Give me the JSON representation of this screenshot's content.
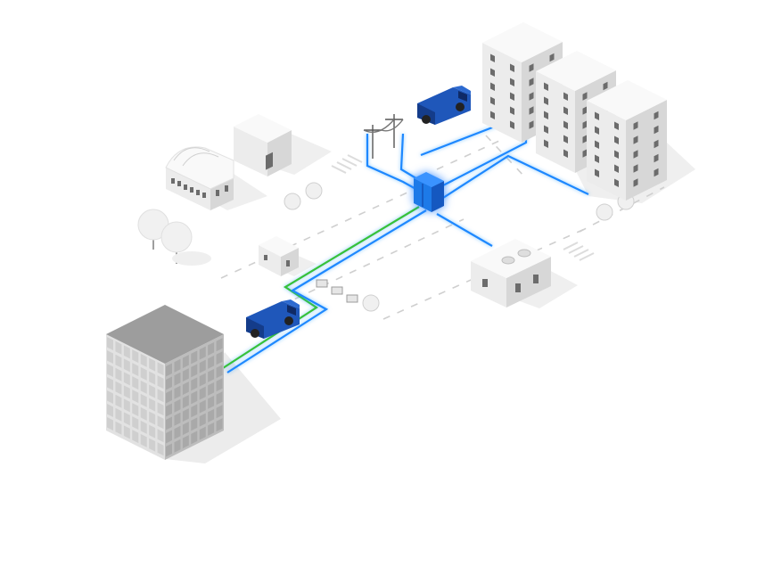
{
  "colors": {
    "background": "#ffffff",
    "shadow": "#ededed",
    "road_dash": "#cfcfcf",
    "building_top": "#f9f9f9",
    "building_left": "#ececec",
    "building_right": "#d7d7d7",
    "window": "#6c6c6c",
    "office_top": "#9d9d9d",
    "office_left": "#e2e2e2",
    "office_right": "#bdbdbd",
    "cable_blue": "#1e88ff",
    "cable_green": "#37c23a",
    "cable_dark": "#1042c8",
    "hub_box": "#1d7ae8",
    "van_body": "#1f57ba",
    "van_dark": "#143c8a",
    "tree_canopy": "#f1f1f1"
  },
  "icons": [
    "office-building-icon",
    "apartment-building-icon",
    "warehouse-icon",
    "small-house-icon",
    "van-icon",
    "utility-pole-icon",
    "network-hub-icon",
    "tree-icon",
    "crosswalk-icon"
  ],
  "network": {
    "hub": "network-hub",
    "links": [
      {
        "from": "network-hub",
        "to": "office-building",
        "color": "cable_blue"
      },
      {
        "from": "network-hub",
        "to": "office-building",
        "color": "cable_green"
      },
      {
        "from": "network-hub",
        "to": "apartment-building-1",
        "color": "cable_blue"
      },
      {
        "from": "network-hub",
        "to": "apartment-building-3",
        "color": "cable_blue"
      },
      {
        "from": "network-hub",
        "to": "flat-roof-building",
        "color": "cable_blue"
      },
      {
        "from": "network-hub",
        "to": "flat-roof-building-lower",
        "color": "cable_blue"
      },
      {
        "from": "network-hub",
        "to": "utility-pole",
        "color": "cable_blue"
      }
    ]
  }
}
